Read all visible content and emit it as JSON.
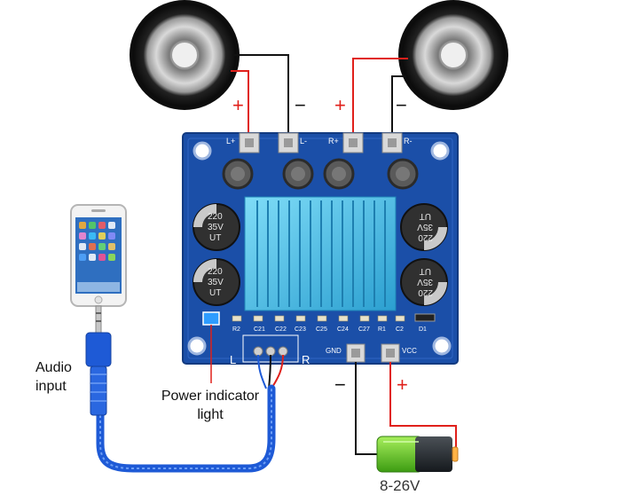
{
  "labels": {
    "audio_input": "Audio\ninput",
    "power_indicator": "Power indicator\nlight",
    "voltage": "8-26V",
    "plus": "+",
    "minus": "−"
  },
  "board": {
    "terminals": {
      "left_plus": "L+",
      "left_minus": "L-",
      "right_plus": "R+",
      "right_minus": "R-",
      "gnd": "GND",
      "vcc": "VCC",
      "input_left": "L",
      "input_right": "R"
    },
    "capacitor_text": [
      "220",
      "35V",
      "UT"
    ],
    "component_labels": [
      "R2",
      "C21",
      "C22",
      "C23",
      "C25",
      "C24",
      "C27",
      "R1",
      "C2",
      "D1"
    ]
  },
  "colors": {
    "board": "#1b4fa8",
    "heatsink": "#5cc6ea",
    "wire_red": "#e0201b",
    "wire_black": "#111111",
    "cable_blue": "#1e5ad6",
    "battery_green": "#6fd12a"
  }
}
